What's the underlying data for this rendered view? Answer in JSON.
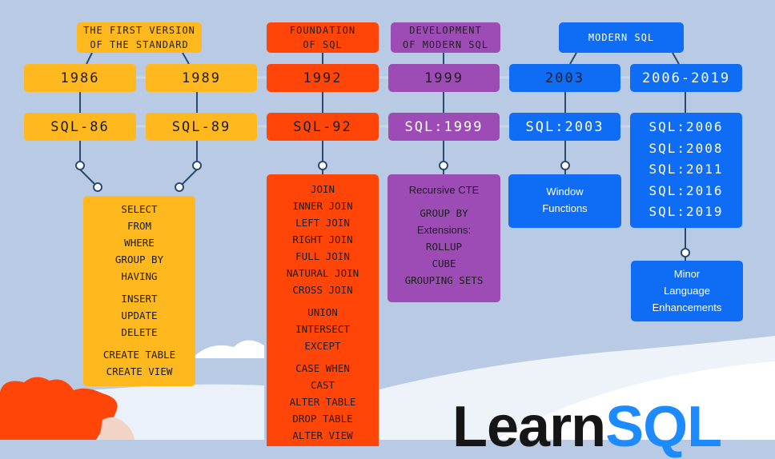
{
  "colors": {
    "background": "#b9cbe4",
    "yellow": "#ffb81d",
    "red": "#ff4508",
    "purple": "#9d4bb5",
    "blue": "#0f6cf5",
    "connector": "#2b4a6e"
  },
  "eras": [
    {
      "lines": [
        "THE FIRST VERSION",
        "OF THE STANDARD"
      ]
    },
    {
      "lines": [
        "FOUNDATION",
        "OF SQL"
      ]
    },
    {
      "lines": [
        "DEVELOPMENT",
        "OF MODERN SQL"
      ]
    },
    {
      "lines": [
        "MODERN SQL"
      ]
    }
  ],
  "years": [
    "1986",
    "1989",
    "1992",
    "1999",
    "2003",
    "2006-2019"
  ],
  "standards": [
    "SQL-86",
    "SQL-89",
    "SQL-92",
    "SQL:1999",
    "SQL:2003"
  ],
  "modern_standards": [
    "SQL:2006",
    "SQL:2008",
    "SQL:2011",
    "SQL:2016",
    "SQL:2019"
  ],
  "features_1986": {
    "group1": [
      "SELECT",
      "FROM",
      "WHERE",
      "GROUP BY",
      "HAVING"
    ],
    "group2": [
      "INSERT",
      "UPDATE",
      "DELETE"
    ],
    "group3": [
      "CREATE TABLE",
      "CREATE VIEW"
    ]
  },
  "features_1992": {
    "group1": [
      "JOIN",
      "INNER JOIN",
      "LEFT JOIN",
      "RIGHT JOIN",
      "FULL JOIN",
      "NATURAL JOIN",
      "CROSS JOIN"
    ],
    "group2": [
      "UNION",
      "INTERSECT",
      "EXCEPT"
    ],
    "group3": [
      "CASE WHEN",
      "CAST",
      "ALTER TABLE",
      "DROP TABLE",
      "ALTER VIEW"
    ]
  },
  "features_1999": {
    "title": "Recursive CTE",
    "group": [
      "GROUP BY",
      "Extensions:",
      "ROLLUP",
      "CUBE",
      "GROUPING SETS"
    ]
  },
  "features_2003": [
    "Window",
    "Functions"
  ],
  "features_2006": [
    "Minor",
    "Language",
    "Enhancements"
  ],
  "brand": {
    "part1": "Learn",
    "part2": "SQL"
  }
}
